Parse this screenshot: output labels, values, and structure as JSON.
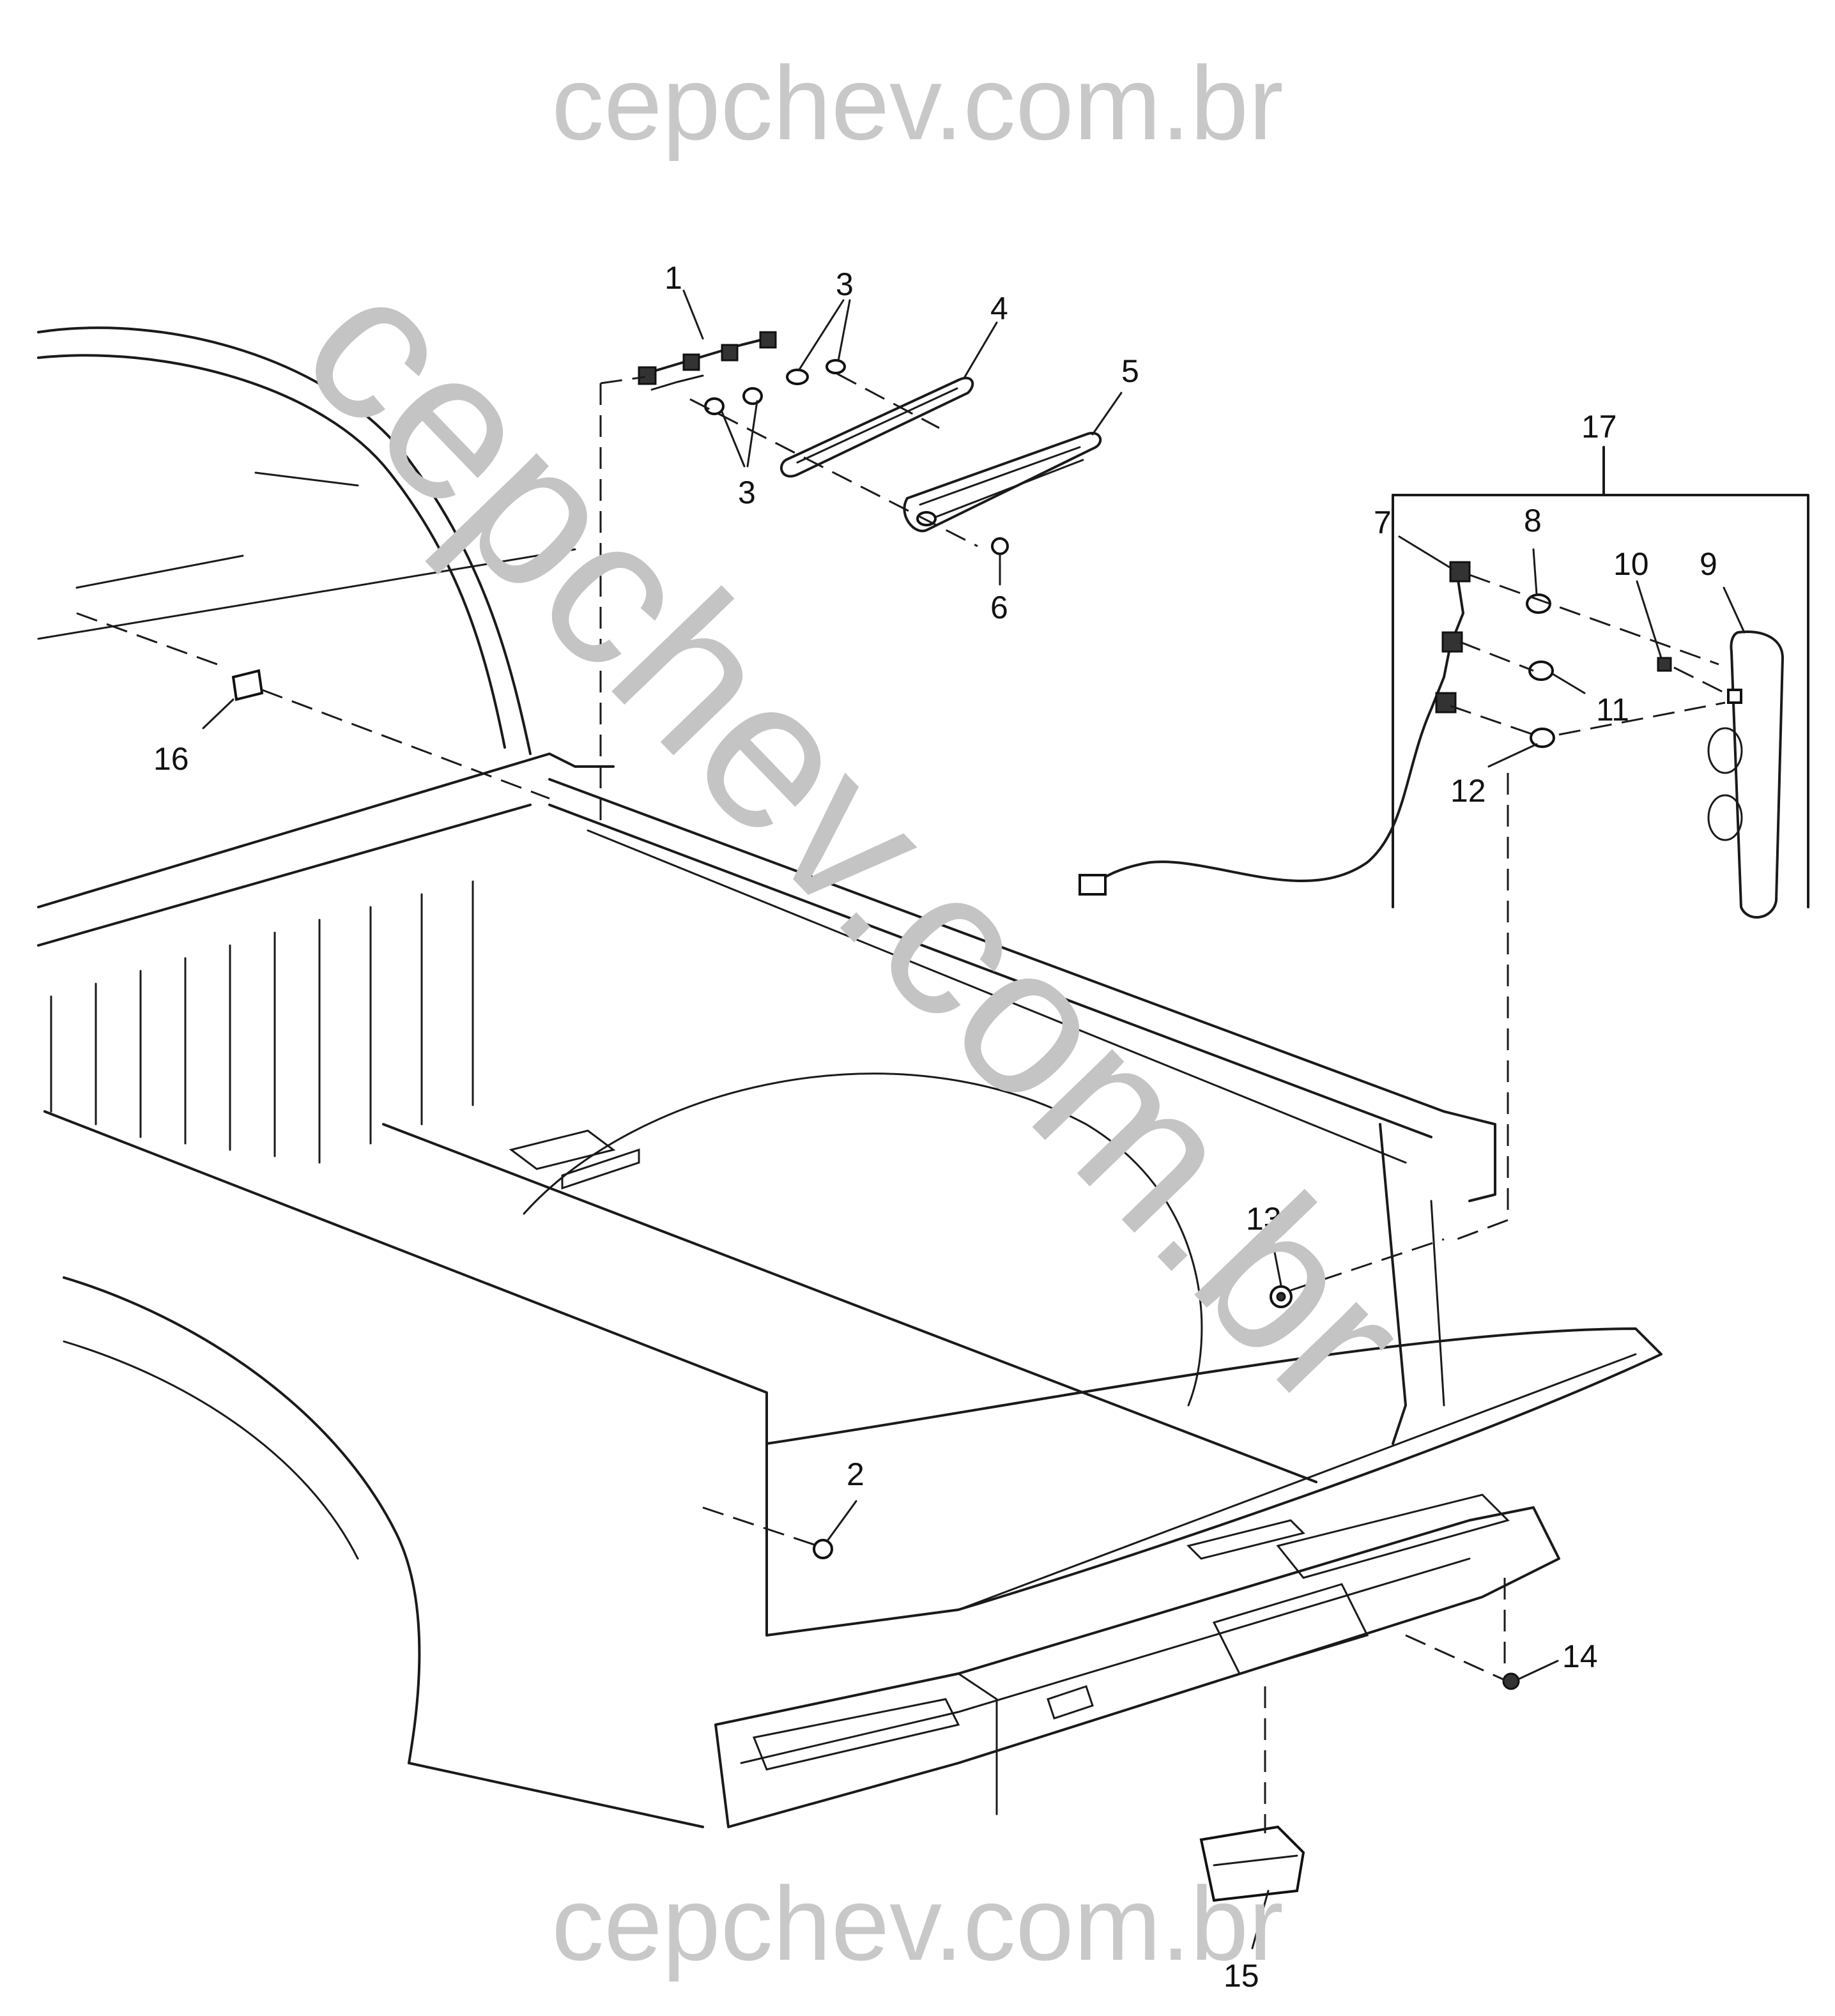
{
  "watermark": {
    "top": "cepchev.com.br",
    "diagonal": "cepchev.com.br",
    "bottom": "cepchev.com.br"
  },
  "callouts": [
    {
      "id": "1",
      "label": "1"
    },
    {
      "id": "2",
      "label": "2"
    },
    {
      "id": "3a",
      "label": "3"
    },
    {
      "id": "3b",
      "label": "3"
    },
    {
      "id": "4",
      "label": "4"
    },
    {
      "id": "5",
      "label": "5"
    },
    {
      "id": "6",
      "label": "6"
    },
    {
      "id": "7",
      "label": "7"
    },
    {
      "id": "8",
      "label": "8"
    },
    {
      "id": "9",
      "label": "9"
    },
    {
      "id": "10",
      "label": "10"
    },
    {
      "id": "11",
      "label": "11"
    },
    {
      "id": "12",
      "label": "12"
    },
    {
      "id": "13",
      "label": "13"
    },
    {
      "id": "14",
      "label": "14"
    },
    {
      "id": "15",
      "label": "15"
    },
    {
      "id": "16",
      "label": "16"
    },
    {
      "id": "17",
      "label": "17"
    }
  ]
}
